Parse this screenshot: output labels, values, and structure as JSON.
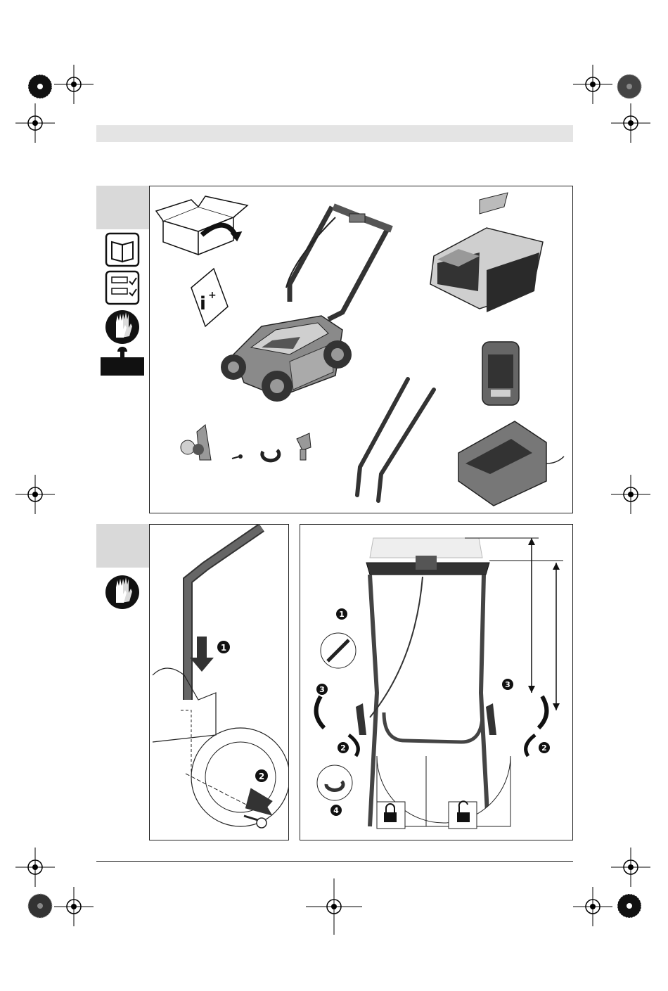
{
  "figure1": {
    "manual_icon": "info-plus-booklet-icon",
    "manual_glyph": "i",
    "manual_plus": "+",
    "contents": [
      "cardboard-box-icon",
      "lawnmower",
      "grass-box",
      "battery",
      "charger",
      "handle-tubes",
      "clamp-lever",
      "screw",
      "cable-clip",
      "key"
    ]
  },
  "figure2": {
    "step_labels": [
      "1",
      "2",
      "3",
      "4"
    ]
  },
  "side_icons": [
    "read-manual-icon",
    "checklist-icon",
    "gloves-icon",
    "weight-icon"
  ],
  "colors": {
    "tab": "#d9d9d9",
    "header_bar": "#e4e4e4",
    "dark": "#2a2a2a",
    "mid": "#8a8a8a",
    "light": "#cfcfcf"
  }
}
